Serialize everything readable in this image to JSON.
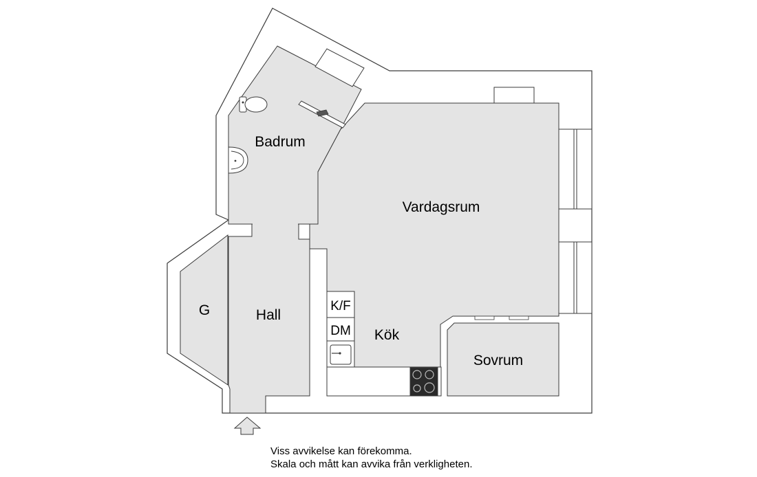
{
  "rooms": {
    "badrum": "Badrum",
    "vardagsrum": "Vardagsrum",
    "hall": "Hall",
    "kok": "Kök",
    "sovrum": "Sovrum",
    "g": "G"
  },
  "appliances": {
    "kf": "K/F",
    "dm": "DM"
  },
  "disclaimer": {
    "line1": "Viss avvikelse kan förekomma.",
    "line2": "Skala och mått kan avvika från verkligheten."
  },
  "colors": {
    "floor": "#e4e4e4",
    "wall": "#ffffff",
    "line": "#3a3a3a"
  }
}
